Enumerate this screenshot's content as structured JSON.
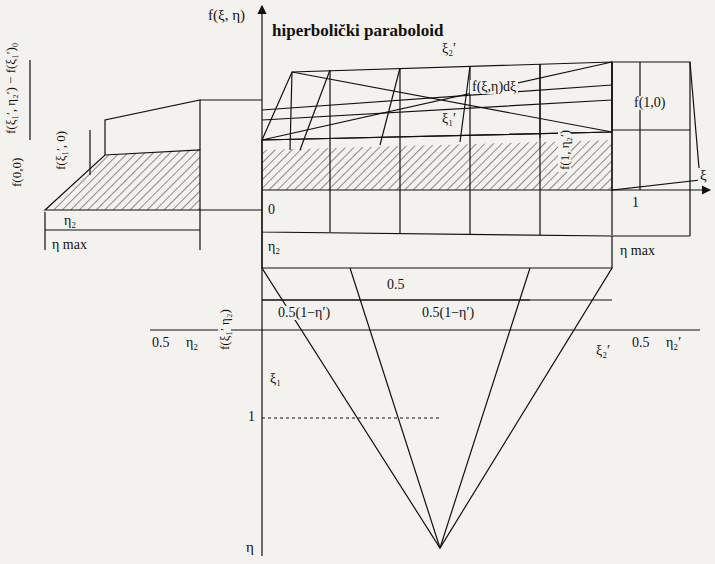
{
  "diagram": {
    "labels": [
      "f(ξ, η)",
      "hiperbolički paraboloid",
      "f(ξ₁′, η₂′) − f(ξ₁′)₀",
      "f(ξ₁′, 0)",
      "f(0,0)",
      "η₂",
      "η max",
      "0",
      "ξ₂′",
      "f(ξ,η)dξ",
      "ξ₁′",
      "f(1, η₂′)",
      "f(1,0)",
      "1",
      "η max",
      "ξ",
      "η₂",
      "f(ξ₁′ η₂)",
      "0.5",
      "0.5(1−η′)",
      "0.5(1−η′)",
      "0.5",
      "η₂",
      "0.5",
      "η₂′",
      "ξ₁",
      "ξ₂′",
      "1",
      "η"
    ]
  }
}
